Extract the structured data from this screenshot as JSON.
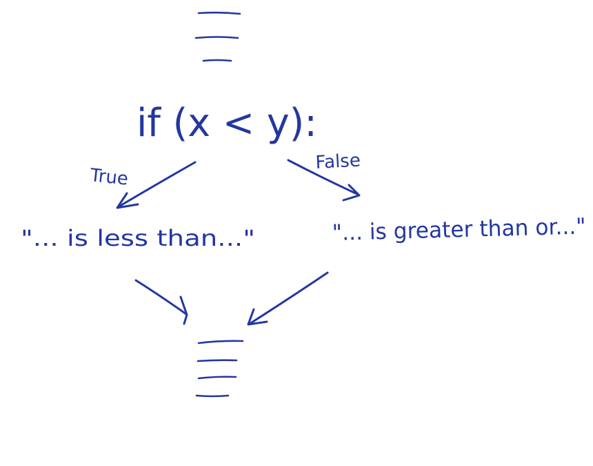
{
  "diagram": {
    "ink_color": "#2436a0",
    "condition": "if (x < y):",
    "true_label": "True",
    "false_label": "False",
    "true_branch_text": "\"... is less than...\"",
    "false_branch_text": "\"... is greater than or...\""
  }
}
